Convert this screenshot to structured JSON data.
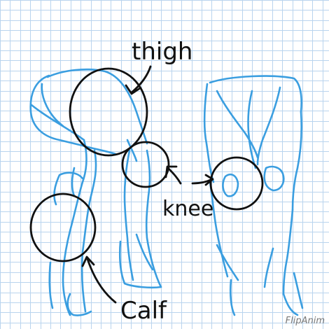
{
  "labels": {
    "thigh": "thigh",
    "knee": "knee",
    "calf": "Calf"
  },
  "watermark": "FlipAnim",
  "colors": {
    "background": "#ffffff",
    "grid": "#b9d4ee",
    "sketch_blue": "#3a9ee0",
    "ink": "#111111"
  }
}
